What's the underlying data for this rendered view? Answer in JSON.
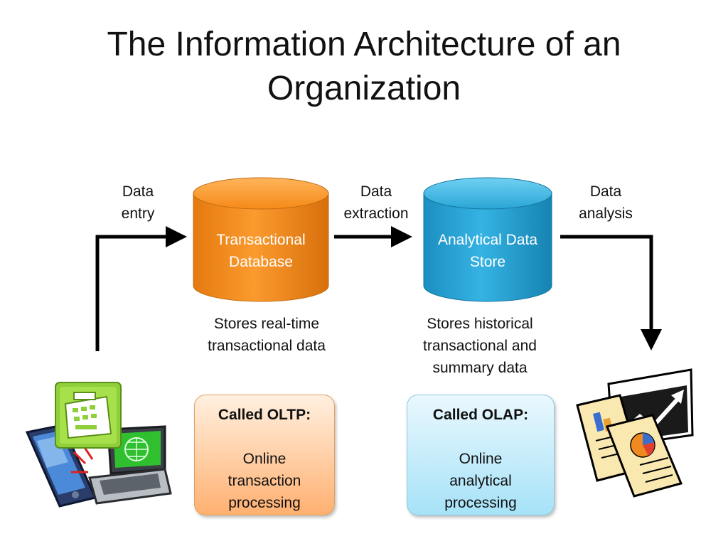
{
  "title": "The Information Architecture of an Organization",
  "labels": {
    "data_entry": "Data entry",
    "data_extraction": "Data extraction",
    "data_analysis": "Data analysis"
  },
  "nodes": {
    "transactional": "Transactional Database",
    "analytical": "Analytical Data Store"
  },
  "descriptions": {
    "transactional": "Stores real-time transactional data",
    "analytical": "Stores historical transactional and summary data"
  },
  "boxes": {
    "oltp_head": "Called OLTP:",
    "oltp_body": "Online transaction processing",
    "olap_head": "Called OLAP:",
    "olap_body": "Online analytical processing"
  },
  "colors": {
    "transactional_fill": "#f7931e",
    "analytical_fill": "#2aa6d6",
    "arrow": "#000000"
  },
  "icons": [
    "cash-register-icon",
    "smartphone-icon",
    "laptop-icon",
    "reports-chart-icon"
  ]
}
